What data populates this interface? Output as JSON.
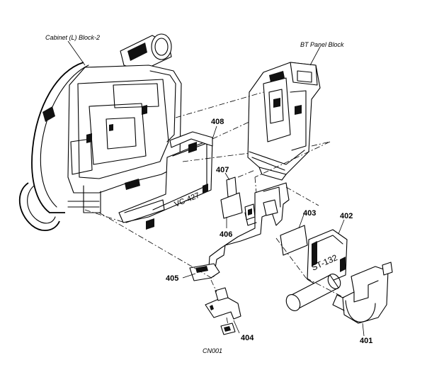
{
  "labels": {
    "cabinet_block": "Cabinet (L) Block-2",
    "bt_panel_block": "BT Panel Block",
    "vc_board": "VC-427",
    "st_board": "ST-132",
    "cn001": "CN001"
  },
  "parts": [
    {
      "ref": "408"
    },
    {
      "ref": "407"
    },
    {
      "ref": "406"
    },
    {
      "ref": "405"
    },
    {
      "ref": "404"
    },
    {
      "ref": "403"
    },
    {
      "ref": "402"
    },
    {
      "ref": "401"
    }
  ]
}
